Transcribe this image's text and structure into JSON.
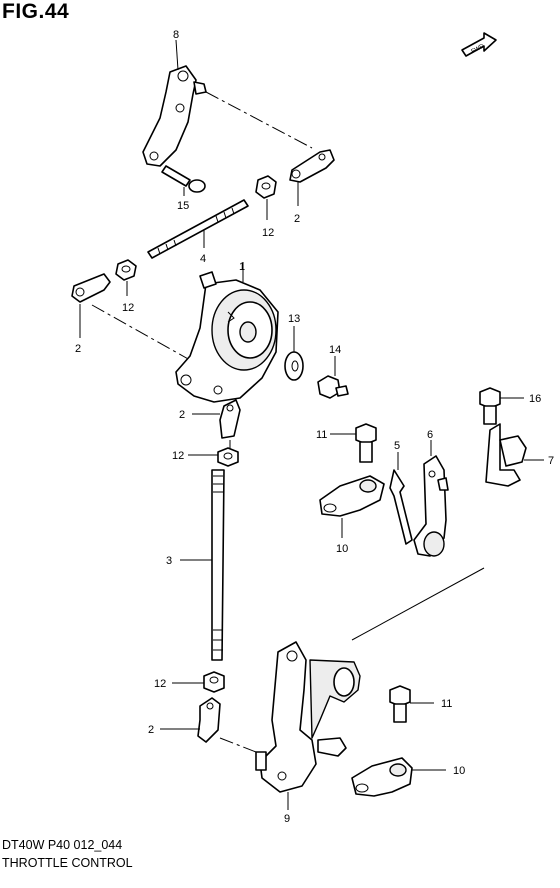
{
  "figure": {
    "title": "FIG.44",
    "code": "DT40W P40 012_044",
    "caption": "THROTTLE CONTROL"
  },
  "fwd_badge": "FWD",
  "callouts": [
    {
      "id": "c8",
      "text": "8"
    },
    {
      "id": "c15",
      "text": "15"
    },
    {
      "id": "c12a",
      "text": "12"
    },
    {
      "id": "c2a",
      "text": "2"
    },
    {
      "id": "c4",
      "text": "4"
    },
    {
      "id": "c1",
      "text": "1"
    },
    {
      "id": "c12b",
      "text": "12"
    },
    {
      "id": "c2b",
      "text": "2"
    },
    {
      "id": "c13",
      "text": "13"
    },
    {
      "id": "c14",
      "text": "14"
    },
    {
      "id": "c16",
      "text": "16"
    },
    {
      "id": "c2c",
      "text": "2"
    },
    {
      "id": "c11a",
      "text": "11"
    },
    {
      "id": "c5",
      "text": "5"
    },
    {
      "id": "c6",
      "text": "6"
    },
    {
      "id": "c7",
      "text": "7"
    },
    {
      "id": "c12c",
      "text": "12"
    },
    {
      "id": "c10a",
      "text": "10"
    },
    {
      "id": "c3",
      "text": "3"
    },
    {
      "id": "c12d",
      "text": "12"
    },
    {
      "id": "c11b",
      "text": "11"
    },
    {
      "id": "c2d",
      "text": "2"
    },
    {
      "id": "c10b",
      "text": "10"
    },
    {
      "id": "c9",
      "text": "9"
    }
  ]
}
